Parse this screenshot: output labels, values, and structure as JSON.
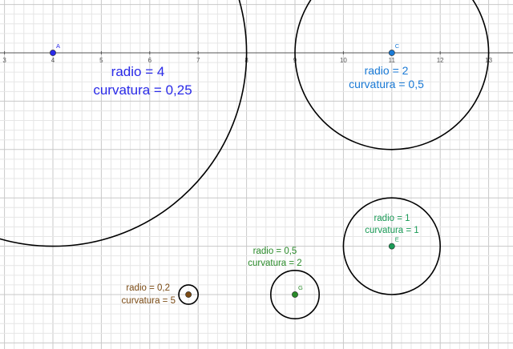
{
  "colors": {
    "grid_minor": "#e6e6e6",
    "grid_major": "#c8c8c8",
    "axis": "#555555",
    "circle": "#000000",
    "blue": "#2a2ae8",
    "lightblue": "#1a7ad6",
    "green": "#1a9a56",
    "darkgreen": "#2a8a2a",
    "brown": "#7a4a14"
  },
  "axis": {
    "ticks": [
      {
        "value": 3,
        "label": "3"
      },
      {
        "value": 4,
        "label": "4"
      },
      {
        "value": 5,
        "label": "5"
      },
      {
        "value": 6,
        "label": "6"
      },
      {
        "value": 7,
        "label": "7"
      },
      {
        "value": 8,
        "label": "8"
      },
      {
        "value": 9,
        "label": "9"
      },
      {
        "value": 10,
        "label": "10"
      },
      {
        "value": 11,
        "label": "11"
      },
      {
        "value": 12,
        "label": "12"
      },
      {
        "value": 13,
        "label": "13"
      }
    ]
  },
  "points": [
    {
      "id": "A",
      "label": "A",
      "x": 4,
      "y": 0,
      "color": "blue",
      "radius_value": 4
    },
    {
      "id": "C",
      "label": "C",
      "x": 11,
      "y": 0,
      "color": "lightblue",
      "radius_value": 2
    },
    {
      "id": "E",
      "label": "E",
      "x": 11,
      "y": -4,
      "color": "green",
      "radius_value": 1
    },
    {
      "id": "G",
      "label": "G",
      "x": 9,
      "y": -5,
      "color": "darkgreen",
      "radius_value": 0.5
    },
    {
      "id": "H",
      "label": "",
      "x": 6.8,
      "y": -5,
      "color": "brown",
      "radius_value": 0.2
    }
  ],
  "captions": {
    "A": {
      "line1": "radio = 4",
      "line2": "curvatura = 0,25"
    },
    "C": {
      "line1": "radio = 2",
      "line2": "curvatura = 0,5"
    },
    "E": {
      "line1": "radio = 1",
      "line2": "curvatura = 1"
    },
    "G": {
      "line1": "radio = 0,5",
      "line2": "curvatura = 2"
    },
    "H": {
      "line1": "radio = 0,2",
      "line2": "curvatura = 5"
    }
  }
}
